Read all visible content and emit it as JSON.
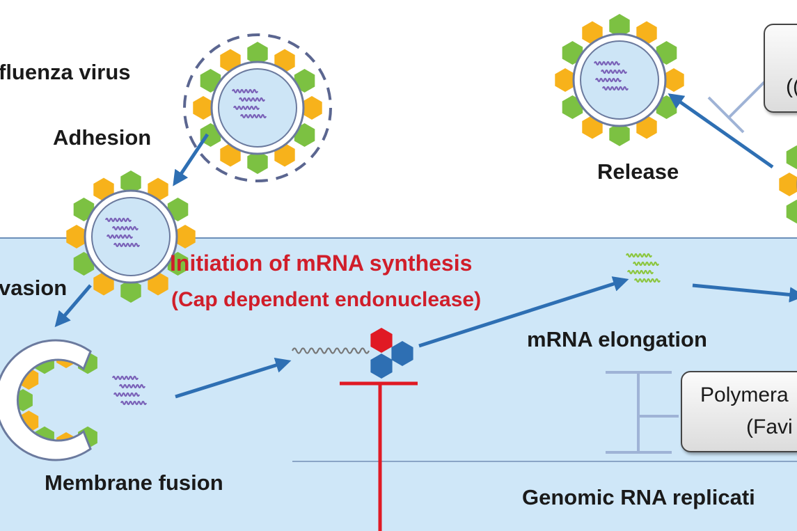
{
  "labels": {
    "influenza_virus": "fluenza virus",
    "adhesion": "Adhesion",
    "invasion": "vasion",
    "membrane_fusion": "Membrane fusion",
    "initiation_title": "Initiation of mRNA synthesis",
    "initiation_sub": "(Cap dependent endonuclease)",
    "mrna_elongation": "mRNA  elongation",
    "genomic_replication": "Genomic RNA  replicati",
    "release": "Release",
    "polymerase_line1": "Polymera",
    "polymerase_line2": "(Favi",
    "top_box_text": "(("
  },
  "colors": {
    "cell_fill": "#cfe7f8",
    "cell_border": "#6b8fb8",
    "arrow_blue": "#2e6fb3",
    "inhibit_red": "#e01a24",
    "inhibit_gray": "#9fb3d6",
    "hex_green": "#7cc142",
    "hex_yellow": "#f7b21b",
    "hex_red": "#e01a24",
    "hex_blue": "#2e6fb3",
    "rna_purple": "#7a62b8",
    "rna_green": "#8cc63f",
    "virion_fill": "#cde5f6"
  }
}
